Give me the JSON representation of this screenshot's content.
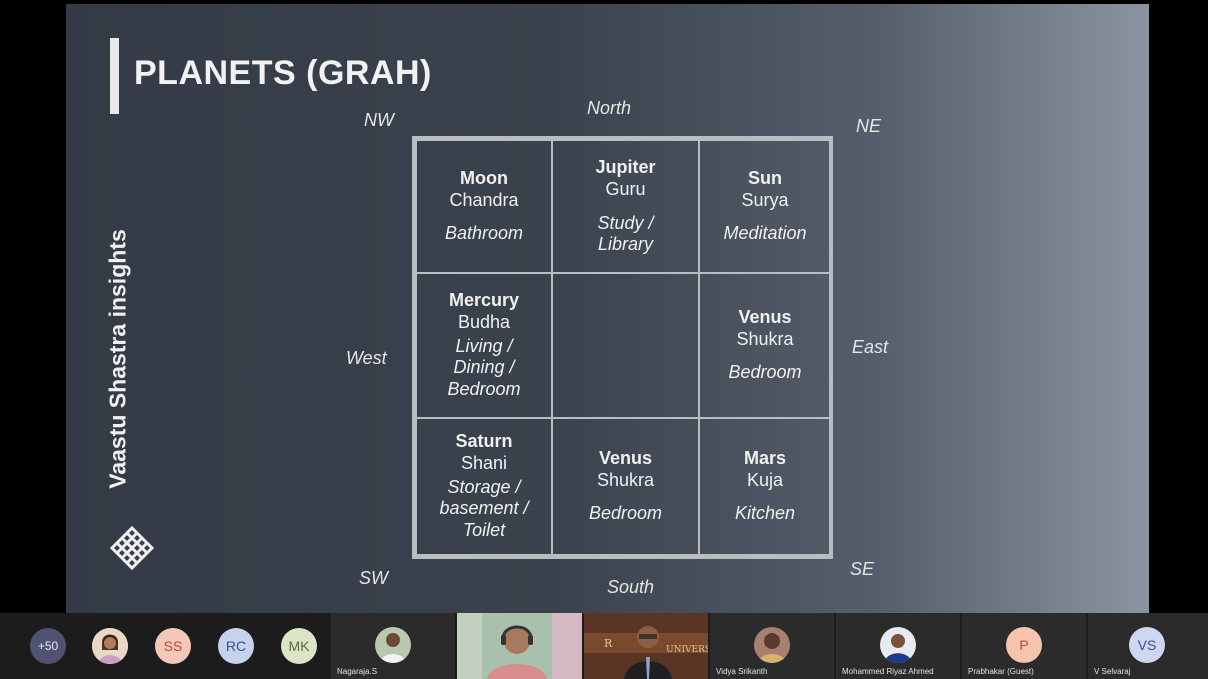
{
  "slide": {
    "title": "PLANETS (GRAH)",
    "side_title": "Vaastu Shastra insights",
    "directions": {
      "nw": "NW",
      "north": "North",
      "ne": "NE",
      "west": "West",
      "east": "East",
      "sw": "SW",
      "south": "South",
      "se": "SE"
    },
    "grid": [
      {
        "planet": "Moon",
        "sanskrit": "Chandra",
        "room": "Bathroom"
      },
      {
        "planet": "Jupiter",
        "sanskrit": "Guru",
        "room": "Study / Library"
      },
      {
        "planet": "Sun",
        "sanskrit": "Surya",
        "room": "Meditation"
      },
      {
        "planet": "Mercury",
        "sanskrit": "Budha",
        "room": "Living / Dining / Bedroom"
      },
      {
        "planet": "",
        "sanskrit": "",
        "room": ""
      },
      {
        "planet": "Venus",
        "sanskrit": "Shukra",
        "room": "Bedroom"
      },
      {
        "planet": "Saturn",
        "sanskrit": "Shani",
        "room": "Storage / basement / Toilet"
      },
      {
        "planet": "Venus",
        "sanskrit": "Shukra",
        "room": "Bedroom"
      },
      {
        "planet": "Mars",
        "sanskrit": "Kuja",
        "room": "Kitchen"
      }
    ]
  },
  "participants": {
    "overflow_count": "+50",
    "bubbles": [
      {
        "initials": "SS",
        "color": "#f4c7b8",
        "text_color": "#b64a3a"
      },
      {
        "initials": "RC",
        "color": "#c7d2ee",
        "text_color": "#3b4f8a"
      },
      {
        "initials": "MK",
        "color": "#dbe5c7",
        "text_color": "#5b6a3d"
      }
    ],
    "tiles": [
      {
        "name": "Nagaraja.S"
      },
      {
        "name": ""
      },
      {
        "name": "",
        "logo_text": "UNIVERSITY"
      },
      {
        "name": "Vidya Srikanth"
      },
      {
        "name": "Mohammed Riyaz Ahmed"
      },
      {
        "name": "Prabhakar (Guest)",
        "initial": "P",
        "color": "#f7c4b0",
        "text_color": "#b44c36"
      },
      {
        "name": "V Selvaraj",
        "initial": "VS",
        "color": "#cfd6f1",
        "text_color": "#3c4d8c"
      }
    ]
  }
}
